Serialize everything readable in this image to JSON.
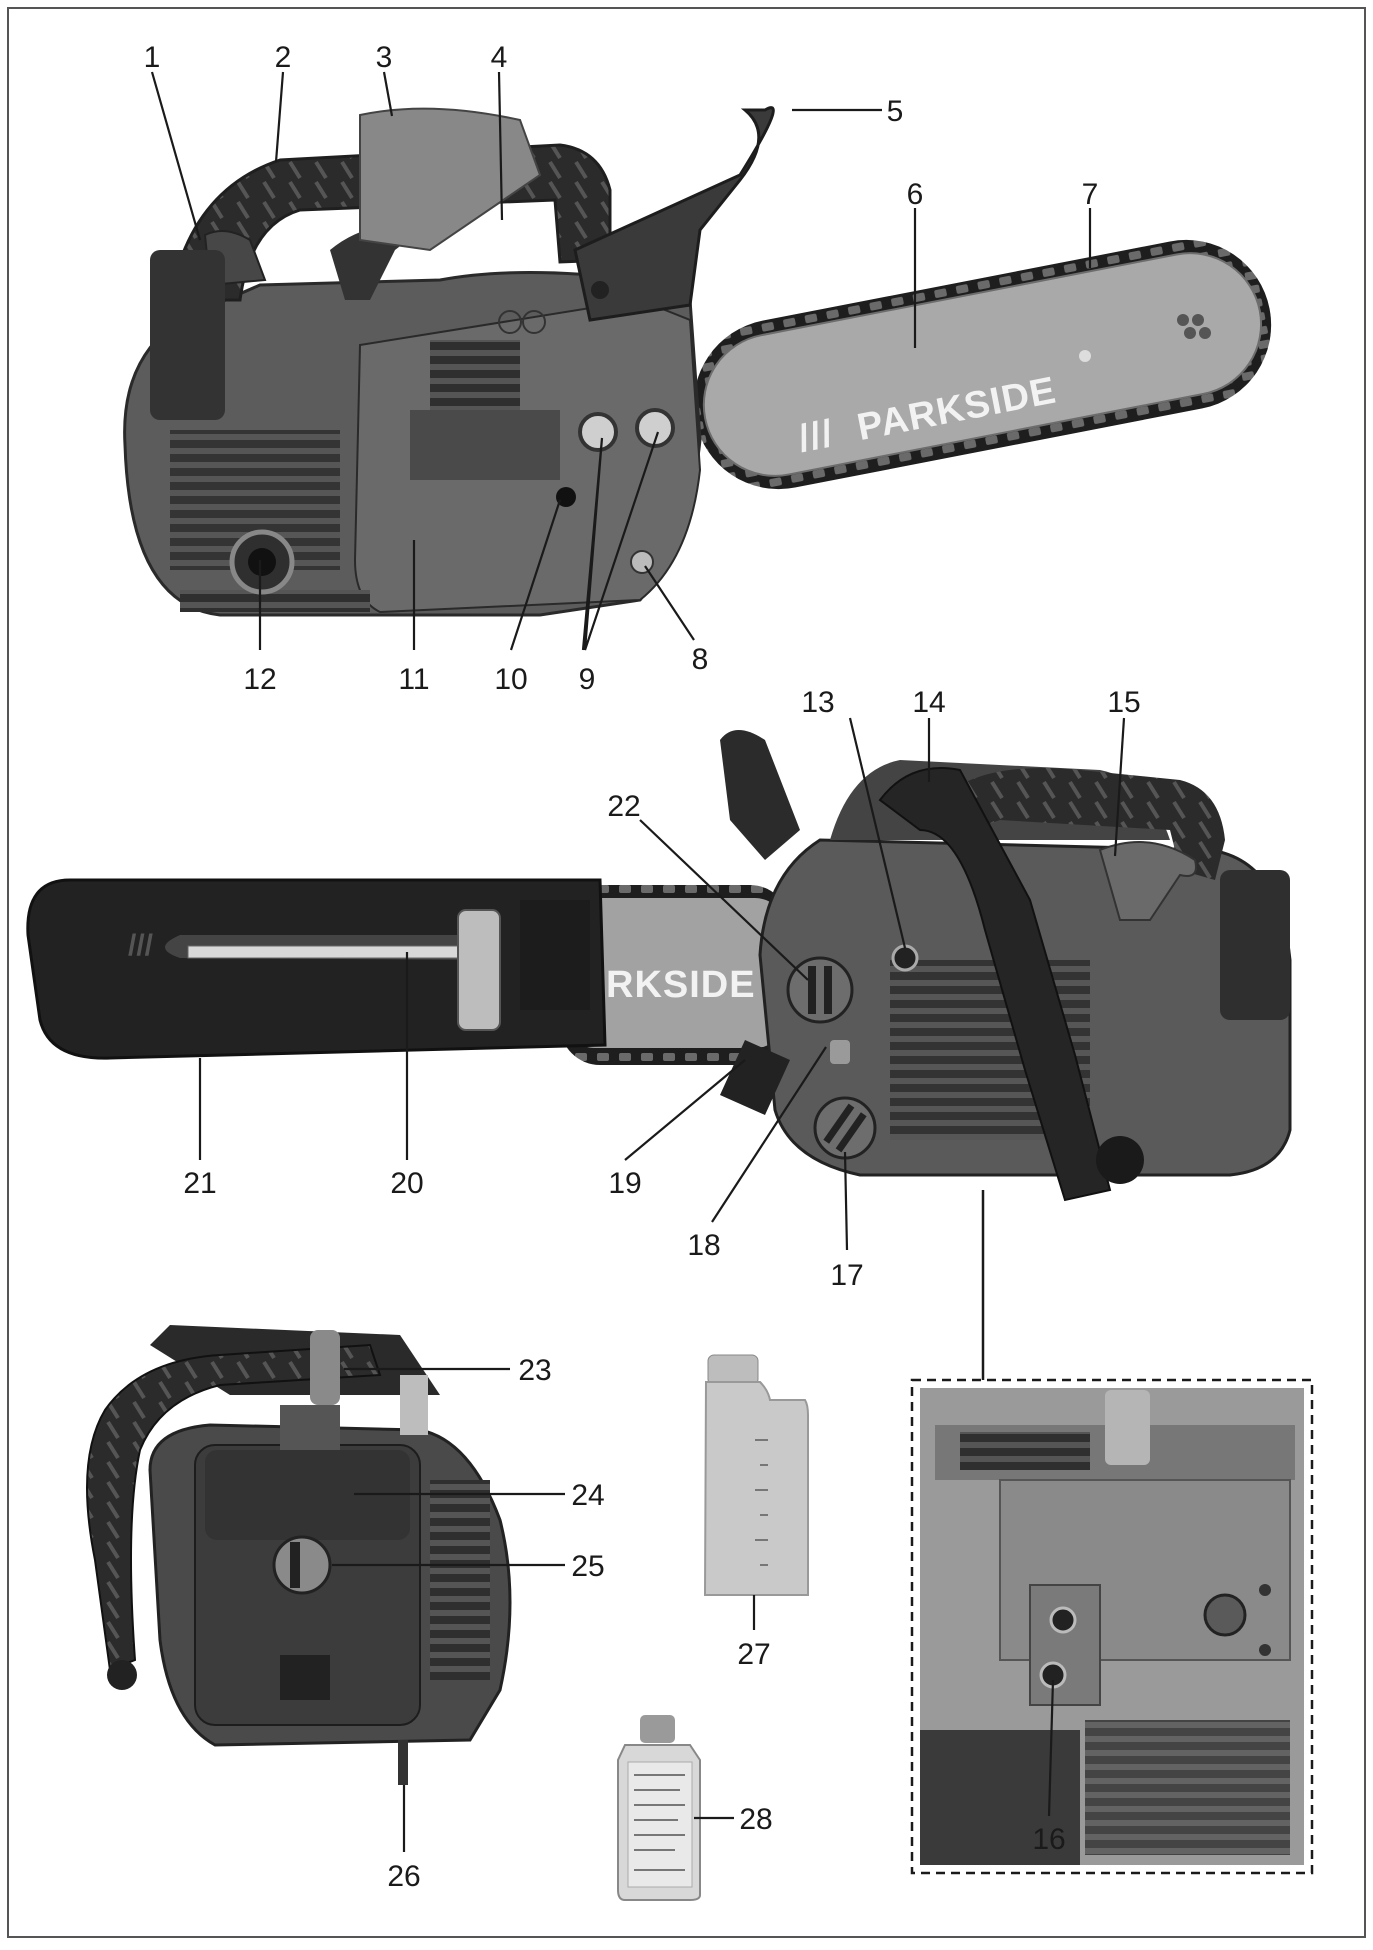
{
  "figure": {
    "brand_text": "PARKSIDE",
    "brand_text_partial": "RKSIDE",
    "bar_mark": "///",
    "colors": {
      "body_dark": "#3f3f3f",
      "body_mid": "#5c5c5c",
      "body_light": "#8e8e8e",
      "handle": "#2b2b2b",
      "bar": "#a9a9a9",
      "bottle": "#c9c9c9",
      "line": "#1a1a1a"
    },
    "callouts": [
      {
        "id": "1",
        "label": "1"
      },
      {
        "id": "2",
        "label": "2"
      },
      {
        "id": "3",
        "label": "3"
      },
      {
        "id": "4",
        "label": "4"
      },
      {
        "id": "5",
        "label": "5"
      },
      {
        "id": "6",
        "label": "6"
      },
      {
        "id": "7",
        "label": "7"
      },
      {
        "id": "8",
        "label": "8"
      },
      {
        "id": "9",
        "label": "9"
      },
      {
        "id": "10",
        "label": "10"
      },
      {
        "id": "11",
        "label": "11"
      },
      {
        "id": "12",
        "label": "12"
      },
      {
        "id": "13",
        "label": "13"
      },
      {
        "id": "14",
        "label": "14"
      },
      {
        "id": "15",
        "label": "15"
      },
      {
        "id": "16",
        "label": "16"
      },
      {
        "id": "17",
        "label": "17"
      },
      {
        "id": "18",
        "label": "18"
      },
      {
        "id": "19",
        "label": "19"
      },
      {
        "id": "20",
        "label": "20"
      },
      {
        "id": "21",
        "label": "21"
      },
      {
        "id": "22",
        "label": "22"
      },
      {
        "id": "23",
        "label": "23"
      },
      {
        "id": "24",
        "label": "24"
      },
      {
        "id": "25",
        "label": "25"
      },
      {
        "id": "26",
        "label": "26"
      },
      {
        "id": "27",
        "label": "27"
      },
      {
        "id": "28",
        "label": "28"
      }
    ]
  }
}
